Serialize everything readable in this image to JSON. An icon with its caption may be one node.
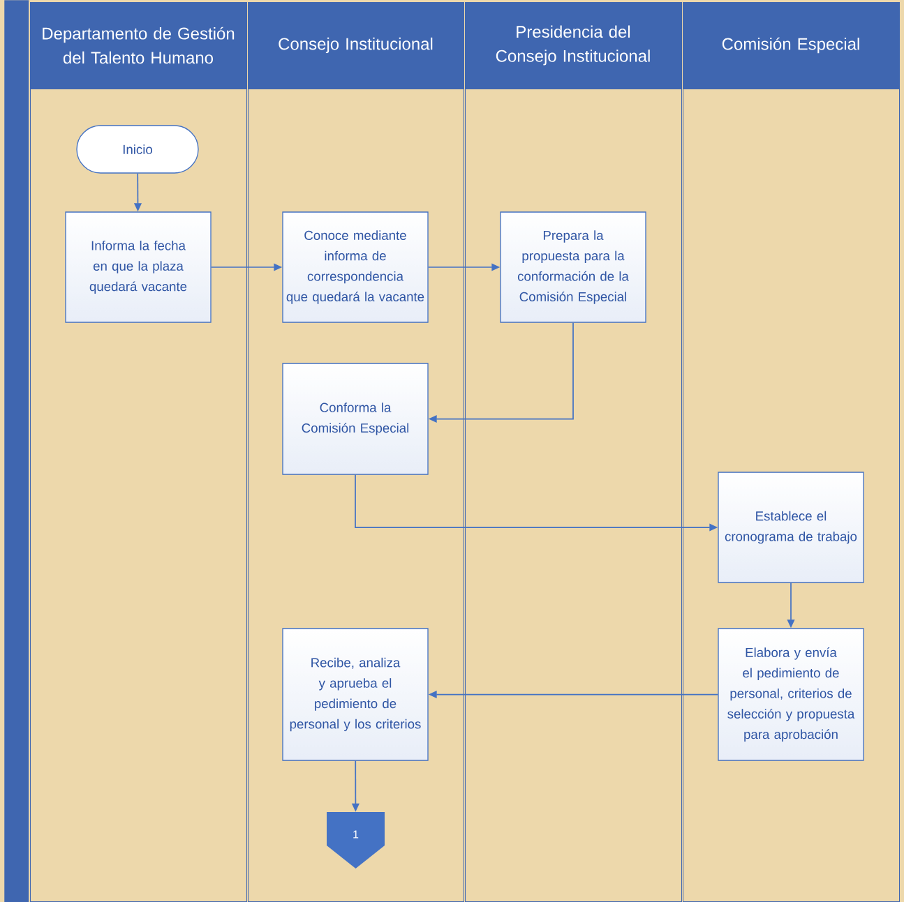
{
  "diagram": {
    "nodes": [
      {
        "text": [
          "Departamento de Gestión del Talento Humano"
        ]
      },
      {
        "text": [
          "Consejo Institucional"
        ]
      },
      {
        "text": [
          "Presidencia del Consejo Institucional"
        ]
      },
      {
        "text": [
          "Comisión Especial"
        ]
      },
      {
        "text": [
          "Inicio"
        ],
        "in": 0
      },
      {
        "text": [
          "Informa la fecha en que la plaza quedará vacante"
        ],
        "in": 0
      },
      {
        "text": [
          "Conoce mediante informa de correspondencia que quedará la vacante"
        ],
        "in": 1
      },
      {
        "text": [
          "Prepara la propuesta para la conformación de la Comisión Especial"
        ],
        "in": 2
      },
      {
        "text": [
          "Conforma la Comisión Especial"
        ],
        "in": 1
      },
      {
        "text": [
          "Establece el cronograma de trabajo"
        ],
        "in": 3
      },
      {
        "text": [
          "Elabora y envía el pedimiento de personal, criterios de selección y propuesta para aprobación"
        ],
        "in": 3
      },
      {
        "text": [
          "Recibe, analiza y aprueba el pedimiento de personal y los criterios"
        ],
        "in": 1
      },
      {
        "text": [
          "1"
        ],
        "in": 1
      },
      {
        "text": [],
        "shape": "bar"
      }
    ],
    "edges": [
      {
        "from": 4,
        "to": 5,
        "arrow": "to"
      },
      {
        "from": 5,
        "to": 6,
        "arrow": "to"
      },
      {
        "from": 6,
        "to": 7,
        "arrow": "to"
      },
      {
        "from": 7,
        "to": 8,
        "arrow": "to"
      },
      {
        "from": 8,
        "to": 9,
        "arrow": "to"
      },
      {
        "from": 9,
        "to": 10,
        "arrow": "to"
      },
      {
        "from": 10,
        "to": 11,
        "arrow": "to"
      },
      {
        "from": 11,
        "to": 12,
        "arrow": "to"
      }
    ]
  }
}
